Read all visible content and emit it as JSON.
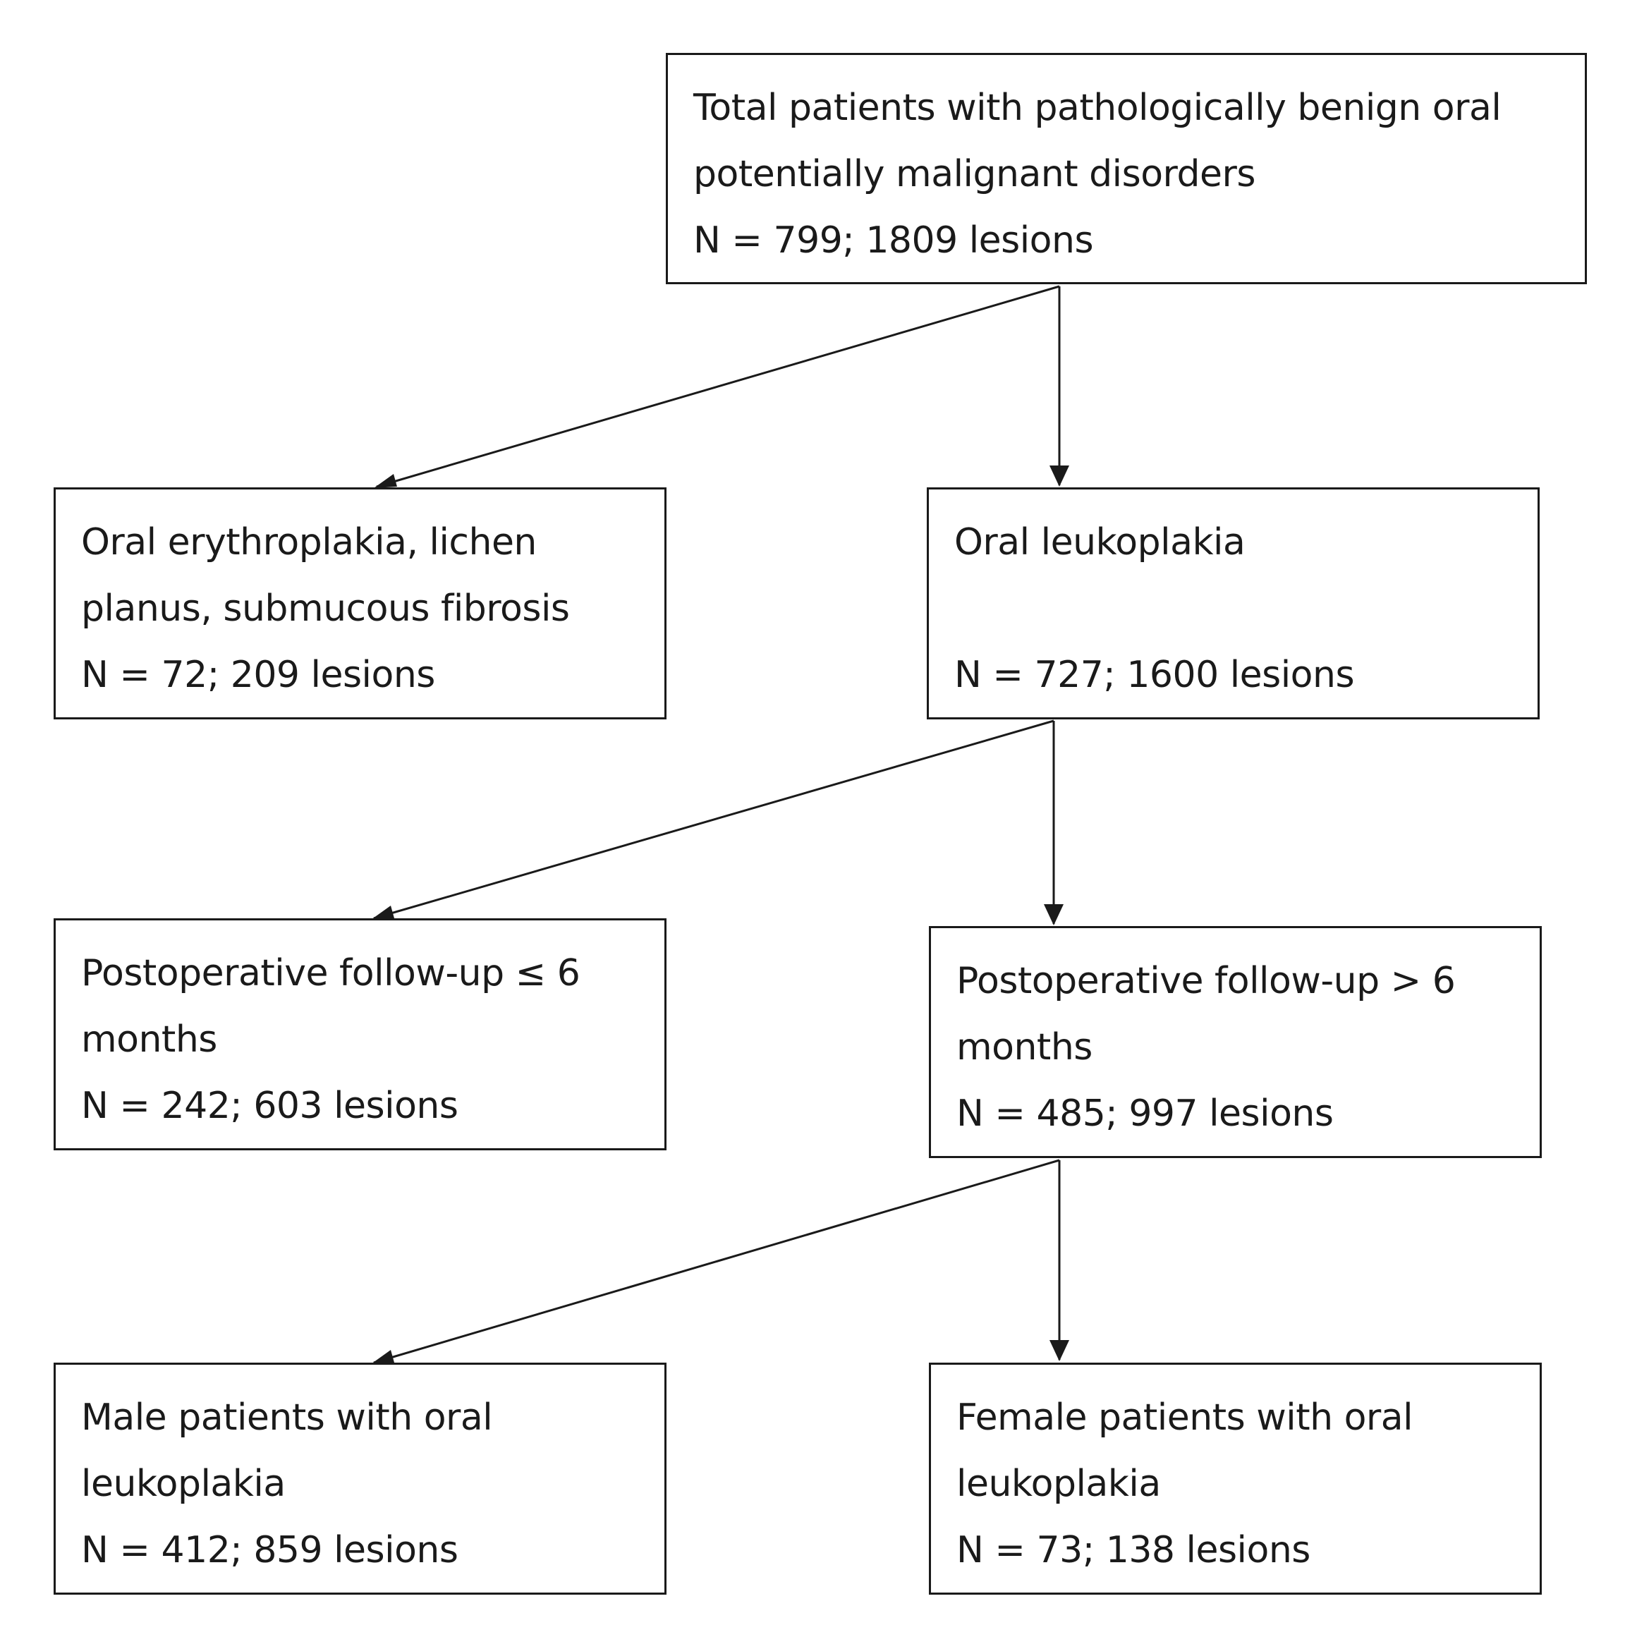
{
  "boxes": {
    "total": {
      "line1": "Total patients with pathologically benign oral",
      "line2": "potentially malignant disorders",
      "count": "N = 799; 1809 lesions"
    },
    "other": {
      "line1": "Oral erythroplakia, lichen",
      "line2": "planus, submucous fibrosis",
      "count": "N = 72; 209 lesions"
    },
    "leuko": {
      "line1": "Oral leukoplakia",
      "count": "N = 727; 1600 lesions"
    },
    "followup_le6": {
      "line1": "Postoperative follow-up ≤ 6",
      "line2": "months",
      "count": "N = 242; 603 lesions"
    },
    "followup_gt6": {
      "line1": "Postoperative follow-up > 6",
      "line2": "months",
      "count": "N = 485; 997 lesions"
    },
    "male": {
      "line1": "Male patients with oral",
      "line2": "leukoplakia",
      "count": "N = 412; 859 lesions"
    },
    "female": {
      "line1": "Female patients with oral",
      "line2": "leukoplakia",
      "count": "N = 73; 138 lesions"
    }
  },
  "colors": {
    "ink": "#1a1a1a",
    "background": "#ffffff"
  }
}
